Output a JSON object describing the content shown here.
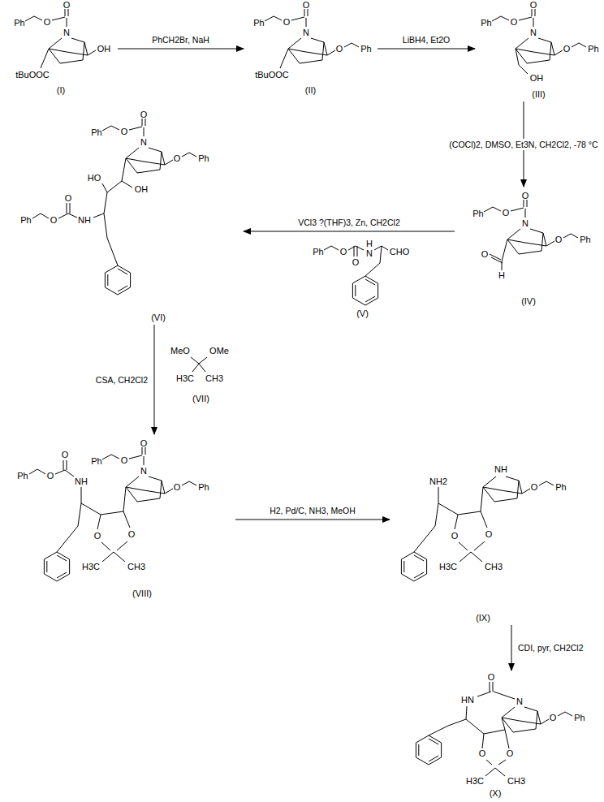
{
  "diagram": {
    "nodes": [
      {
        "text": [
          "(I)"
        ]
      },
      {
        "text": [
          "(II)"
        ]
      },
      {
        "text": [
          "(III)"
        ]
      },
      {
        "text": [
          "(IV)"
        ]
      },
      {
        "text": [
          "(V)"
        ]
      },
      {
        "text": [
          "(VI)"
        ]
      },
      {
        "text": [
          "(VII)"
        ]
      },
      {
        "text": [
          "(VIII)"
        ]
      },
      {
        "text": [
          "(IX)"
        ]
      },
      {
        "text": [
          "(X)"
        ]
      }
    ],
    "edges": [
      {
        "from": 0,
        "to": 1,
        "label": "PhCH2Br, NaH",
        "arrow": "to"
      },
      {
        "from": 1,
        "to": 2,
        "label": "LiBH4, Et2O",
        "arrow": "to"
      },
      {
        "from": 2,
        "to": 3,
        "label": "(COCl)2, DMSO, Et3N, CH2Cl2, -78 °C",
        "arrow": "to"
      },
      {
        "from": 3,
        "to": 5,
        "label": "VCl3 ?(THF)3, Zn, CH2Cl2",
        "arrow": "to"
      },
      {
        "from": 5,
        "to": 7,
        "label": "CSA, CH2Cl2",
        "arrow": "to"
      },
      {
        "from": 7,
        "to": 8,
        "label": "H2, Pd/C, NH3, MeOH",
        "arrow": "to"
      },
      {
        "from": 8,
        "to": 9,
        "label": "CDI, pyr, CH2Cl2",
        "arrow": "to"
      }
    ],
    "labels": [
      "Ph",
      "O",
      "O",
      "N",
      "OH",
      "tBuOOC",
      "Ph",
      "O",
      "O",
      "N",
      "O",
      "Ph",
      "tBuOOC",
      "Ph",
      "O",
      "O",
      "N",
      "O",
      "Ph",
      "OH",
      "Ph",
      "O",
      "O",
      "N",
      "O",
      "Ph",
      "O",
      "H",
      "Ph",
      "O",
      "O",
      "H",
      "N",
      "CHO",
      "Ph",
      "O",
      "O",
      "N",
      "O",
      "Ph",
      "OH",
      "HO",
      "NH",
      "O",
      "O",
      "Ph",
      "MeO",
      "OMe",
      "H3C",
      "CH3",
      "Ph",
      "O",
      "O",
      "N",
      "O",
      "Ph",
      "NH",
      "O",
      "O",
      "Ph",
      "O",
      "O",
      "H3C",
      "CH3",
      "NH",
      "O",
      "Ph",
      "NH2",
      "O",
      "O",
      "H3C",
      "CH3",
      "N",
      "O",
      "Ph",
      "O",
      "HN",
      "O",
      "O",
      "H3C",
      "CH3"
    ]
  }
}
